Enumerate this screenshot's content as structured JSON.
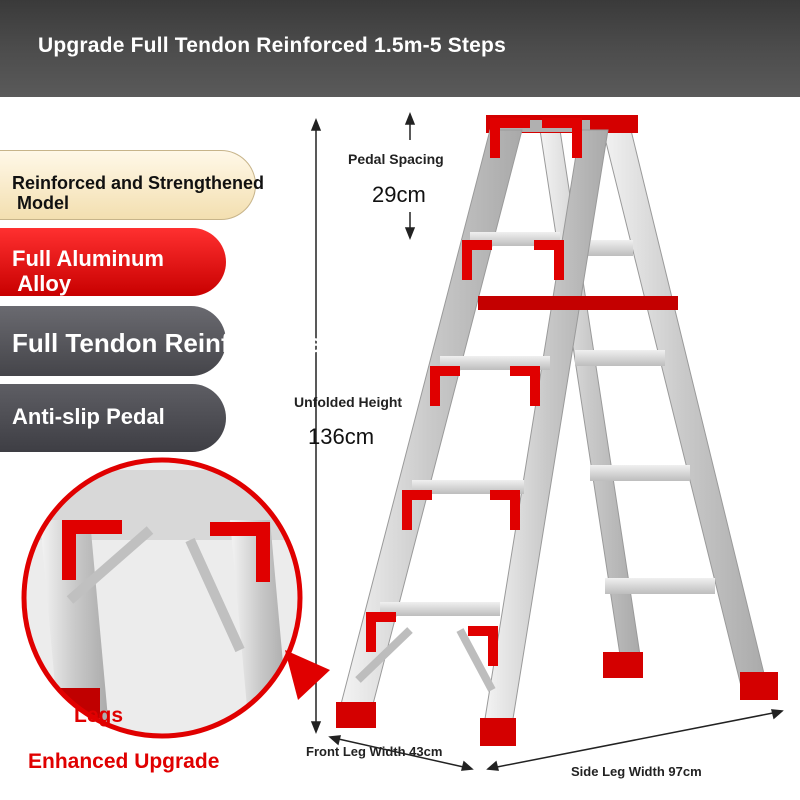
{
  "header": {
    "title": "Upgrade Full Tendon Reinforced 1.5m-5 Steps"
  },
  "features": [
    "Reinforced and Strengthened\n Model",
    "Full Aluminum\n Alloy",
    "Full Tendon Reinforcement",
    "Anti-slip Pedal"
  ],
  "dimensions": {
    "pedal_spacing_label": "Pedal Spacing",
    "pedal_spacing_value": "29cm",
    "unfolded_height_label": "Unfolded Height",
    "unfolded_height_value": "136cm",
    "front_leg_width": "Front Leg Width 43cm",
    "side_leg_width": "Side Leg Width 97cm"
  },
  "detail_callout": {
    "line1": "Legs",
    "line2": "Enhanced Upgrade"
  },
  "colors": {
    "accent_red": "#e00000",
    "header_dark": "#4a4a4a",
    "gold_pill": "#f3dfb0",
    "aluminum": "#d6d6d6"
  }
}
